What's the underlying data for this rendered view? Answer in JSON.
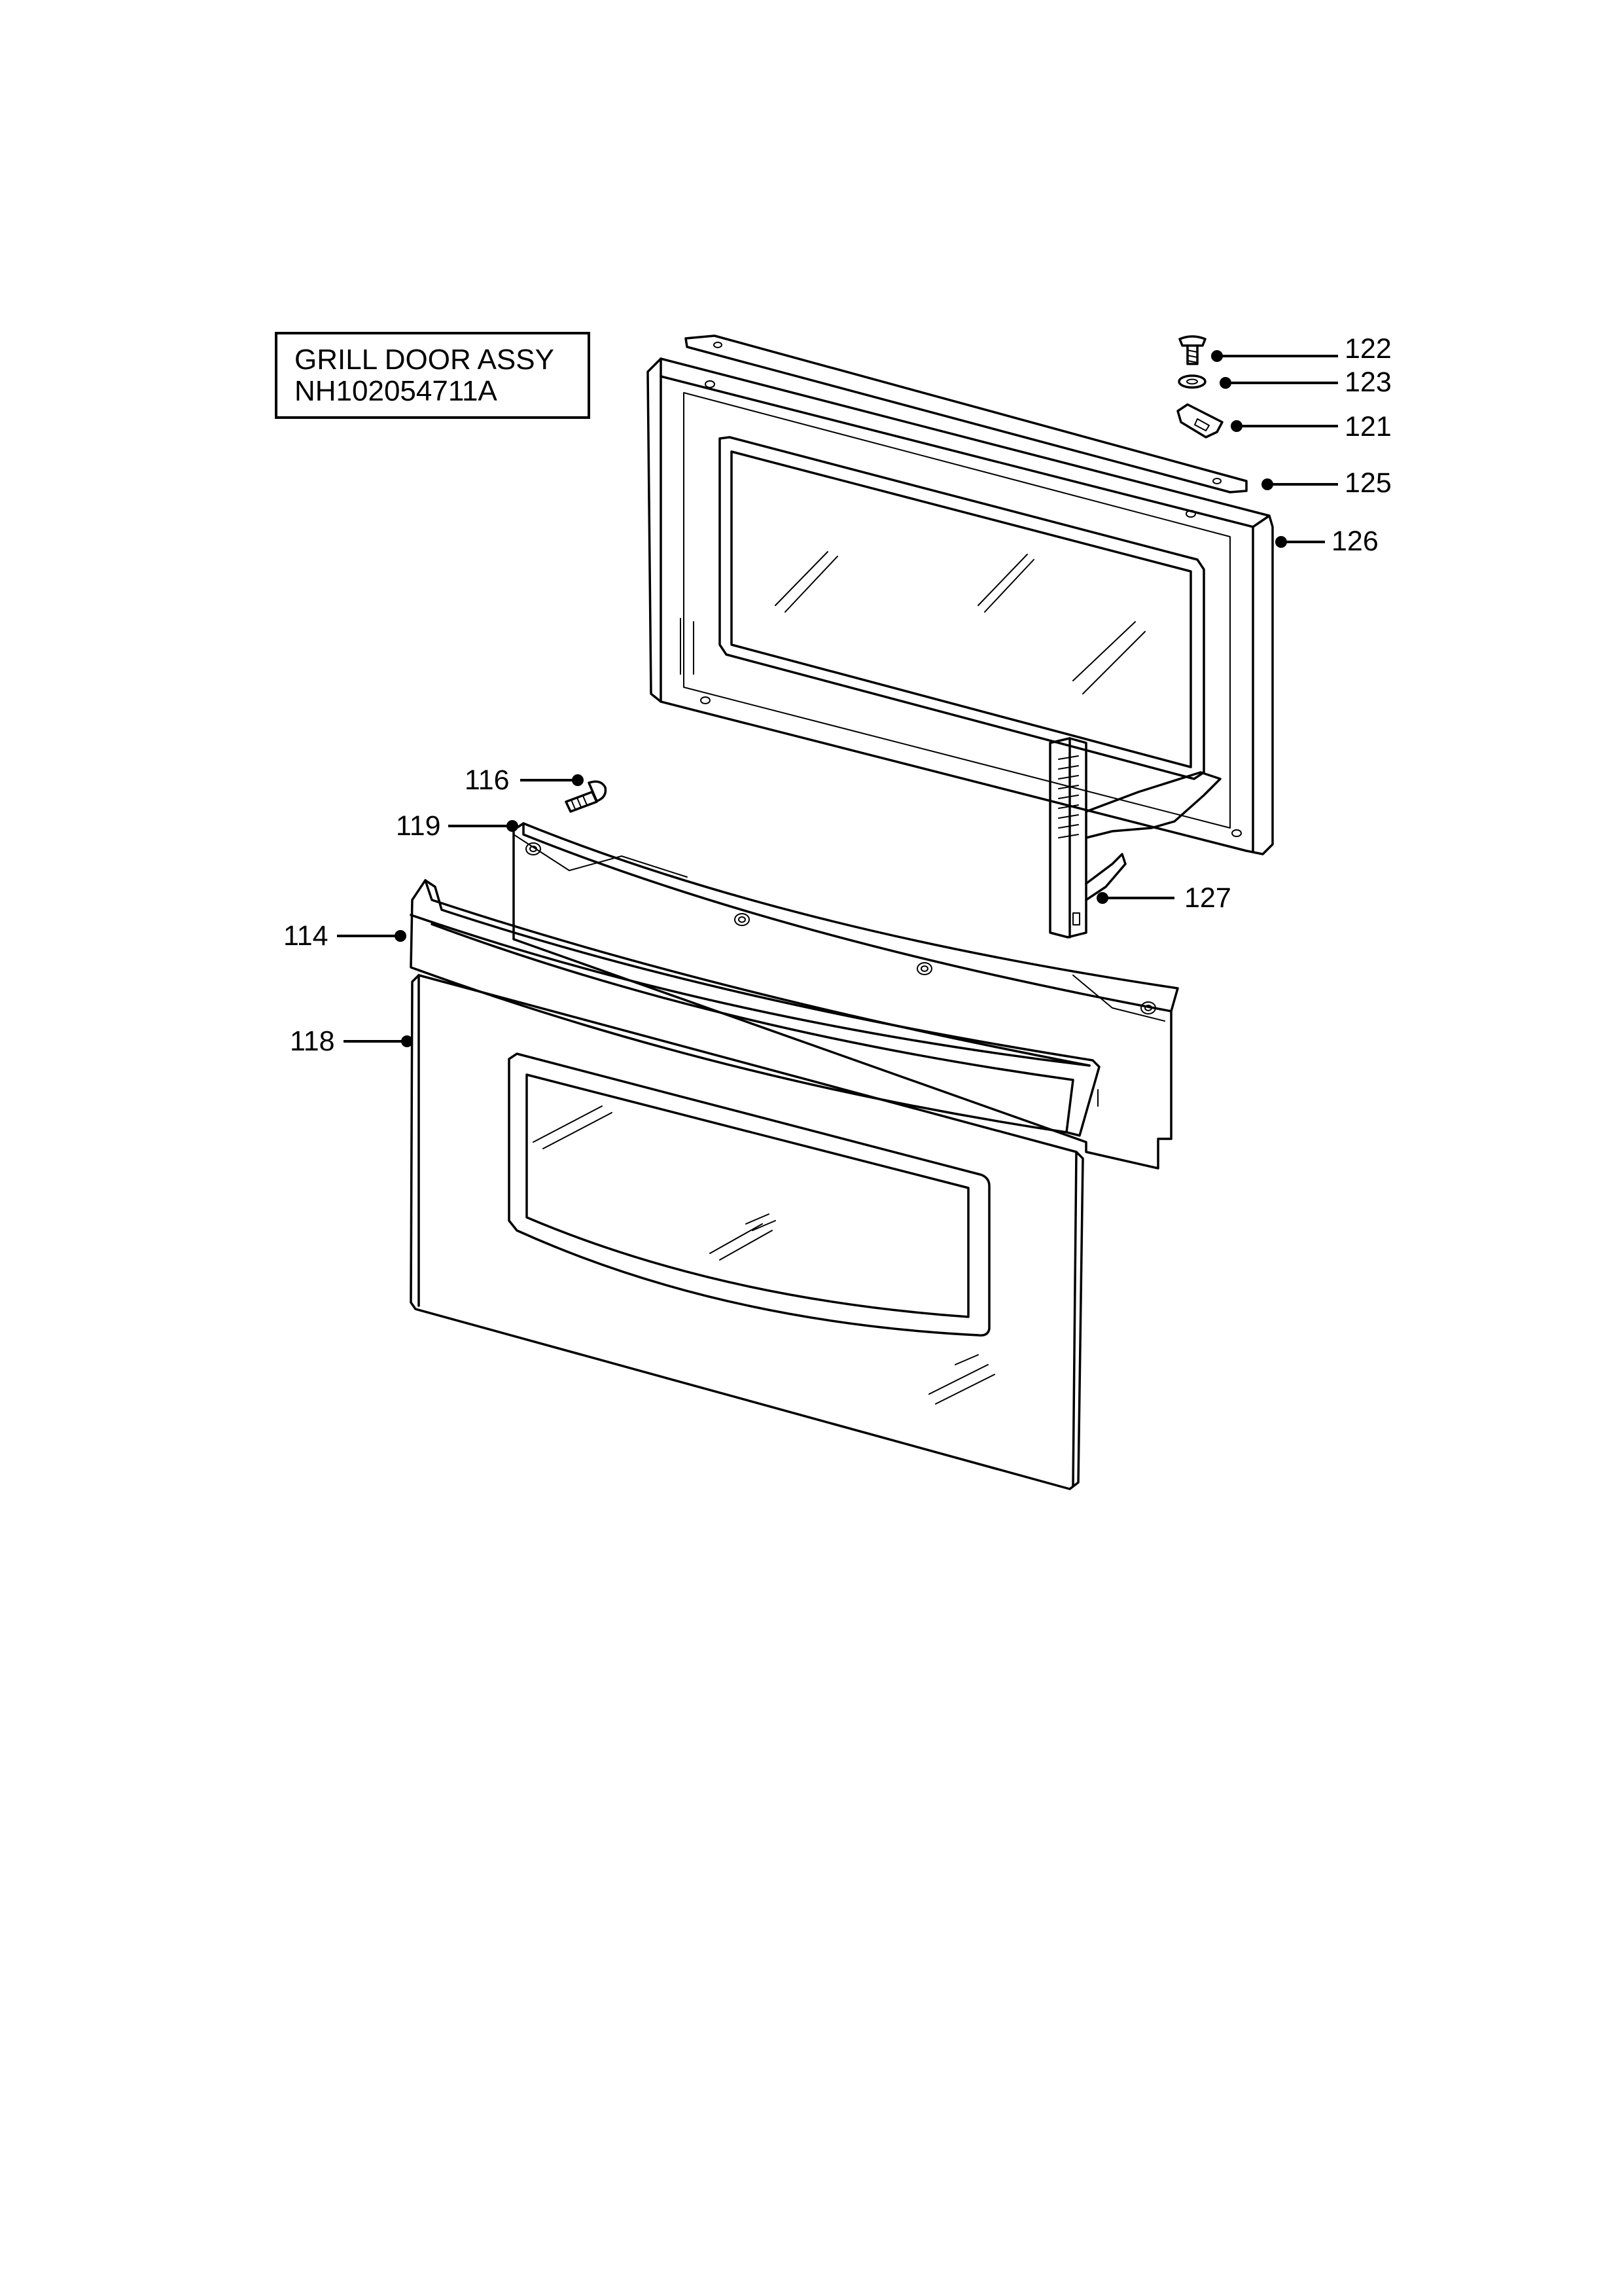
{
  "title_box": {
    "line1": "GRILL DOOR ASSY",
    "line2": "NH102054711A"
  },
  "callouts": [
    {
      "id": "c122",
      "label": "122"
    },
    {
      "id": "c123",
      "label": "123"
    },
    {
      "id": "c121",
      "label": "121"
    },
    {
      "id": "c125",
      "label": "125"
    },
    {
      "id": "c126",
      "label": "126"
    },
    {
      "id": "c116",
      "label": "116"
    },
    {
      "id": "c119",
      "label": "119"
    },
    {
      "id": "c127",
      "label": "127"
    },
    {
      "id": "c114",
      "label": "114"
    },
    {
      "id": "c118",
      "label": "118"
    }
  ]
}
